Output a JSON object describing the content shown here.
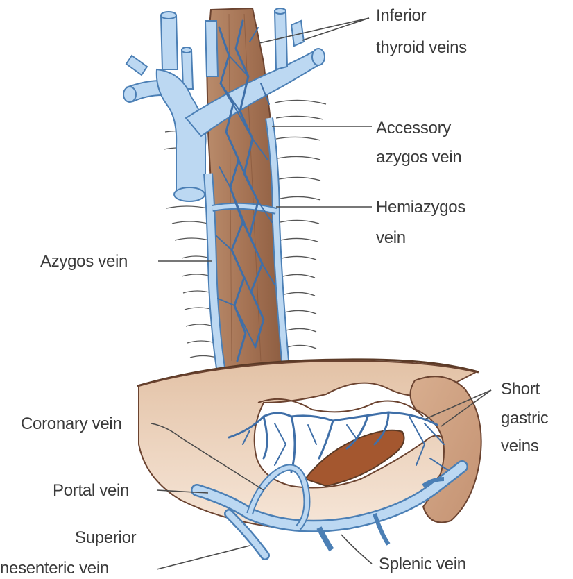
{
  "labels": {
    "inferior_thyroid": [
      "Inferior",
      "thyroid veins"
    ],
    "accessory_azygos": [
      "Accessory",
      "azygos vein"
    ],
    "hemiazygos": [
      "Hemiazygos",
      "vein"
    ],
    "azygos": [
      "Azygos vein"
    ],
    "short_gastric": [
      "Short",
      "gastric",
      "veins"
    ],
    "coronary": [
      "Coronary vein"
    ],
    "portal": [
      "Portal vein"
    ],
    "superior_mesenteric": [
      "Superior",
      "nesenteric vein"
    ],
    "splenic": [
      "Splenic vein"
    ]
  },
  "colors": {
    "vein_fill": "#bcd8f2",
    "vein_stroke": "#3f6fa8",
    "esophagus": "#a77a5c",
    "stomach": "#e7c8ae",
    "label_text": "#3a3a3a"
  }
}
